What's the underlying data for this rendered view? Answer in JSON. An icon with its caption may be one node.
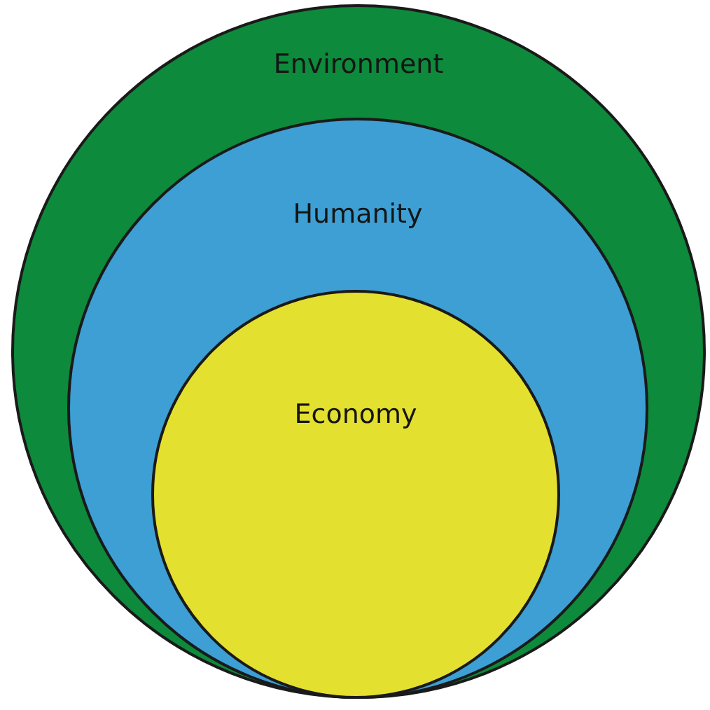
{
  "diagram": {
    "nodes": [
      {
        "text": [
          "Environment"
        ]
      },
      {
        "text": [
          "Humanity"
        ],
        "in": 0
      },
      {
        "text": [
          "Economy"
        ],
        "in": 1
      }
    ]
  }
}
